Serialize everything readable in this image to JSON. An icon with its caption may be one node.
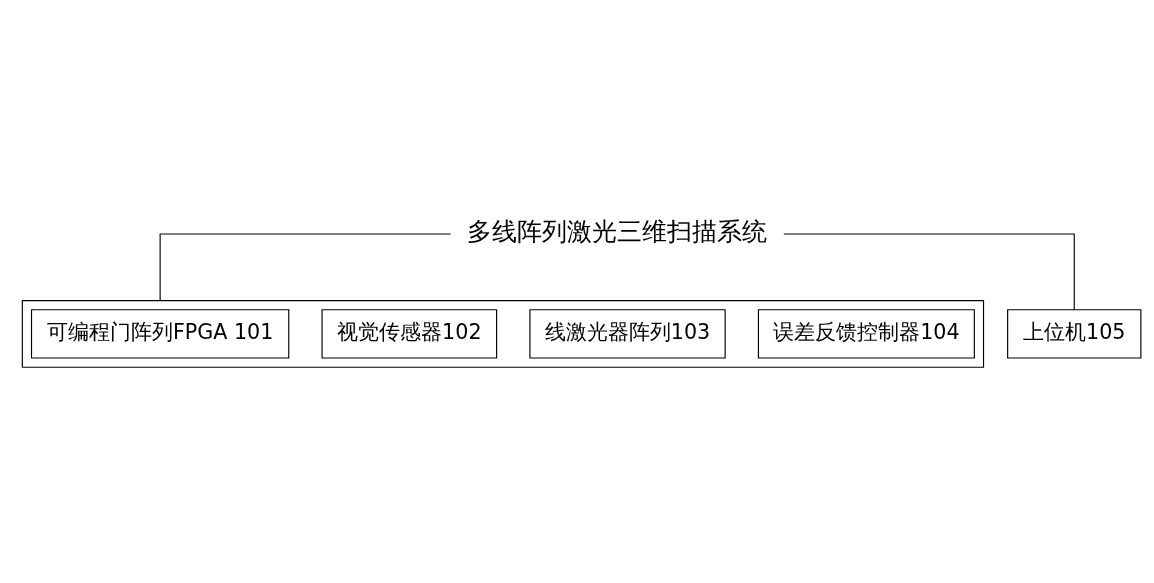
{
  "diagram": {
    "nodes": [
      {
        "text": [
          "多线阵列激光三维扫描系统"
        ]
      },
      {
        "text": [],
        "shape": "box"
      },
      {
        "text": [
          "可编程门阵列FPGA 101"
        ],
        "in": 1
      },
      {
        "text": [
          "视觉传感器102"
        ],
        "in": 1
      },
      {
        "text": [
          "线激光器阵列103"
        ],
        "in": 1
      },
      {
        "text": [
          "误差反馈控制器104"
        ],
        "in": 1
      },
      {
        "text": [
          "上位机105"
        ]
      }
    ],
    "edges": [
      {
        "from": 0,
        "to": 1,
        "arrow": "none"
      },
      {
        "from": 0,
        "to": 6,
        "arrow": "none"
      }
    ]
  }
}
